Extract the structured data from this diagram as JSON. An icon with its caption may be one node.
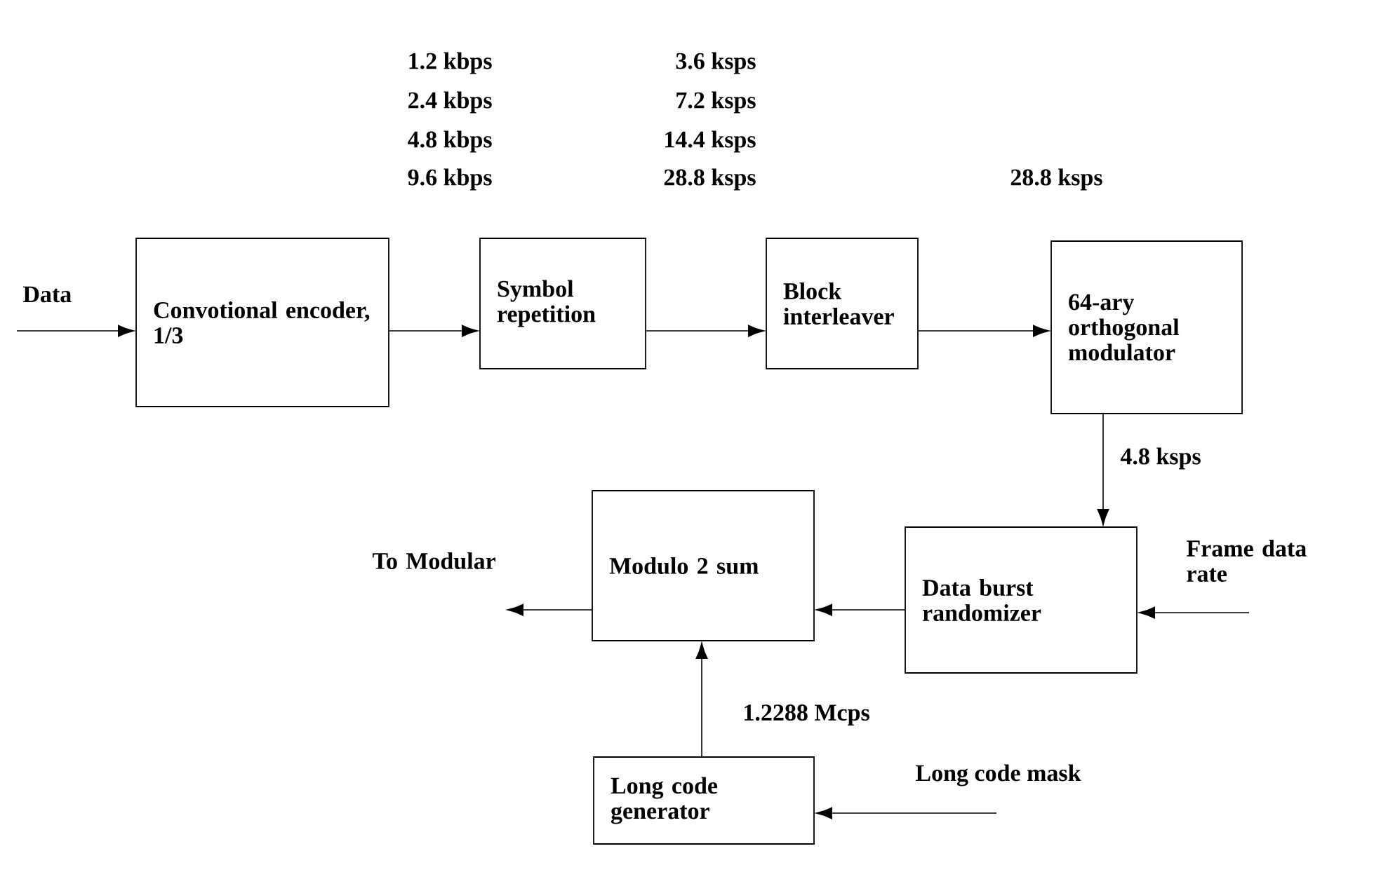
{
  "diagram": {
    "nodes": [
      {
        "text": [
          "Convotional encoder, 1/3"
        ]
      },
      {
        "text": [
          "Symbol repetition"
        ]
      },
      {
        "text": [
          "Block interleaver"
        ]
      },
      {
        "text": [
          "64-ary orthogonal modulator"
        ]
      },
      {
        "text": [
          "Data burst randomizer"
        ]
      },
      {
        "text": [
          "Modulo 2 sum"
        ]
      },
      {
        "text": [
          "Long code generator"
        ]
      }
    ],
    "edges": [
      {
        "from": null,
        "to": 0,
        "arrow": "to",
        "label": "Data"
      },
      {
        "from": 0,
        "to": 1,
        "arrow": "to"
      },
      {
        "from": 1,
        "to": 2,
        "arrow": "to"
      },
      {
        "from": 2,
        "to": 3,
        "arrow": "to"
      },
      {
        "from": 3,
        "to": 4,
        "arrow": "to",
        "label": "4.8 ksps"
      },
      {
        "from": null,
        "to": 4,
        "arrow": "to",
        "label": "Frame data rate"
      },
      {
        "from": 4,
        "to": 5,
        "arrow": "to"
      },
      {
        "from": 5,
        "to": null,
        "arrow": "to",
        "label": "To Modular"
      },
      {
        "from": 6,
        "to": 5,
        "arrow": "to",
        "label": "1.2288 Mcps"
      },
      {
        "from": null,
        "to": 6,
        "arrow": "to",
        "label": "Long code mask"
      }
    ],
    "labels": [
      "1.2 kbps",
      "3.6 ksps",
      "2.4 kbps",
      "7.2 ksps",
      "4.8 kbps",
      "14.4 ksps",
      "9.6 kbps",
      "28.8 ksps",
      "28.8 ksps"
    ]
  }
}
